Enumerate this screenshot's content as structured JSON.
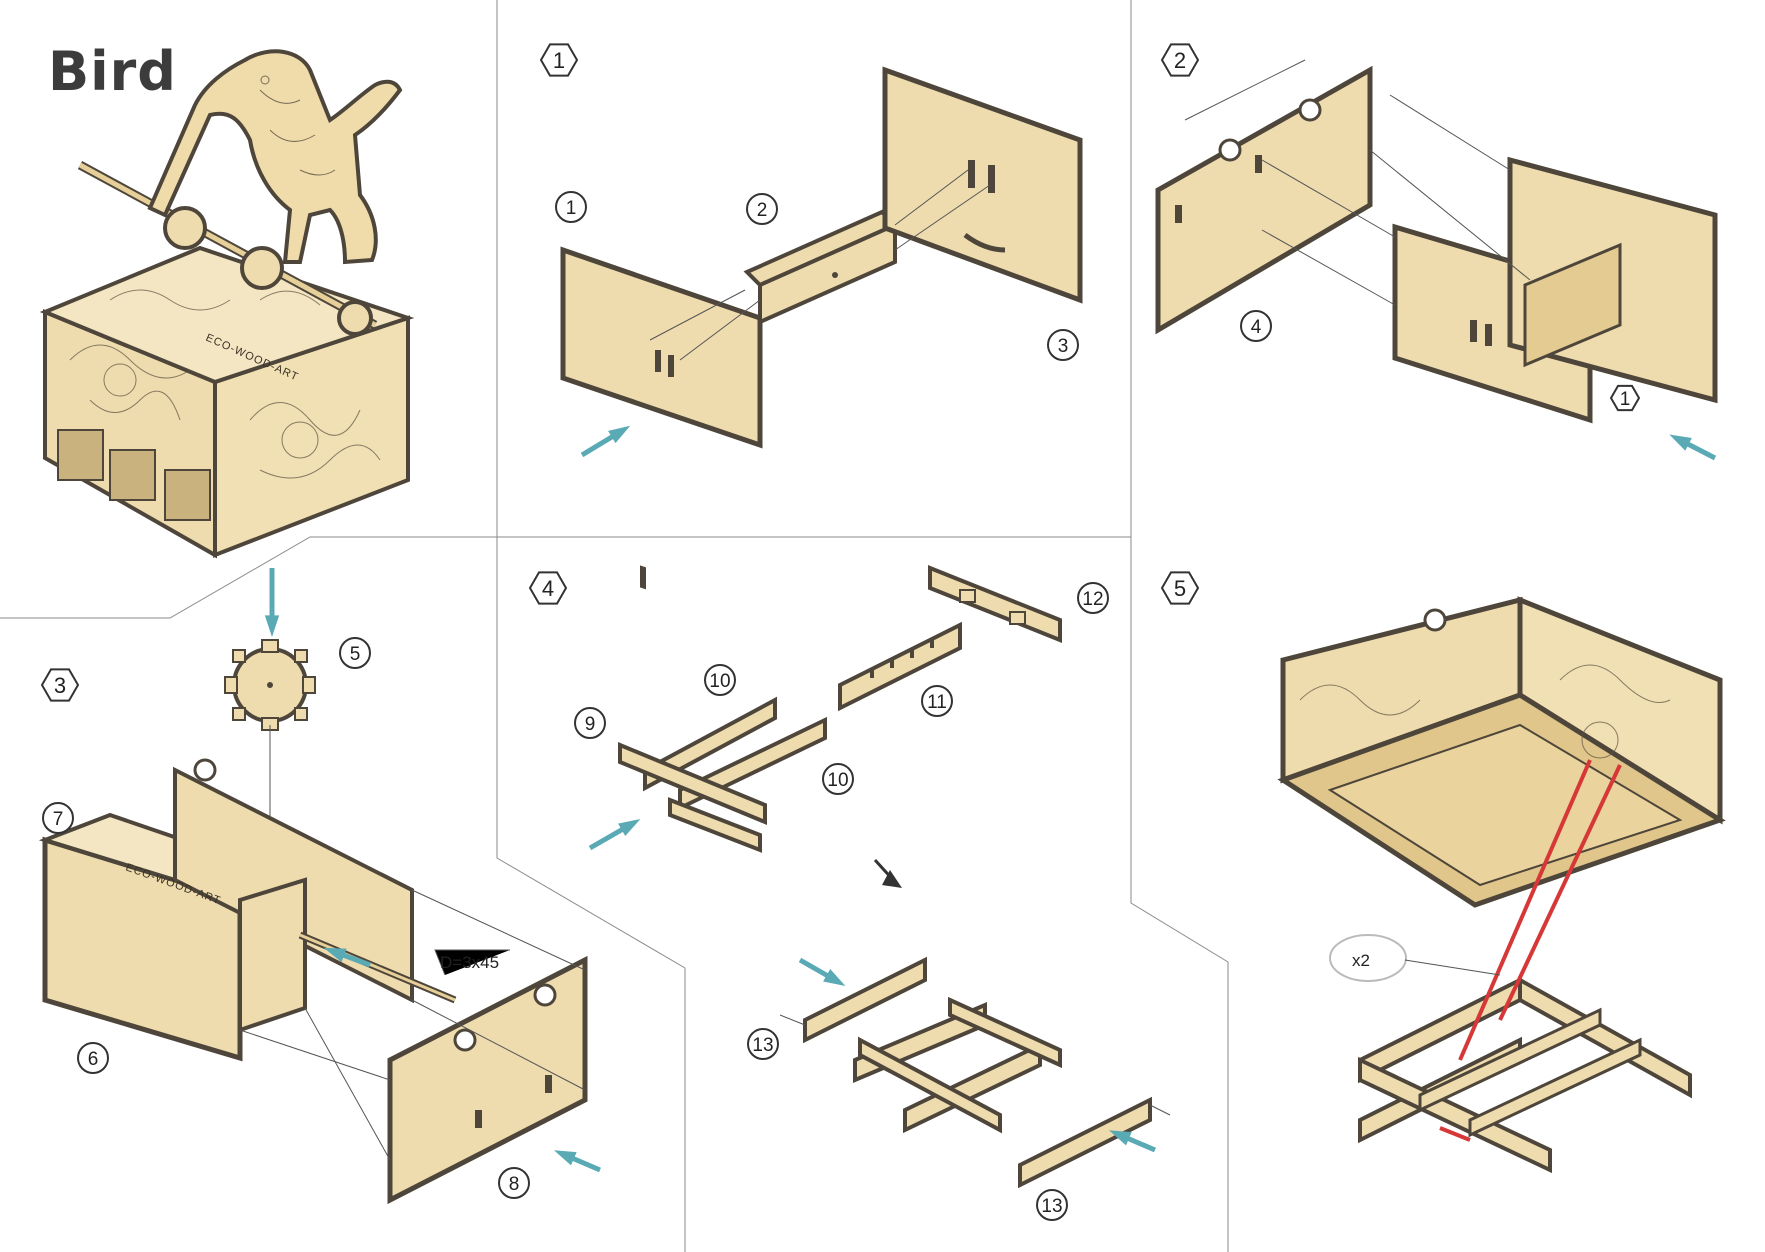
{
  "title": "Bird",
  "steps": [
    "1",
    "2",
    "3",
    "4",
    "5"
  ],
  "parts": [
    "1",
    "2",
    "3",
    "4",
    "1",
    "5",
    "7",
    "6",
    "8",
    "10",
    "9",
    "10",
    "11",
    "12",
    "13",
    "13"
  ],
  "dimension_label": "D=3x45",
  "quantity_label": "x2",
  "engraving": "ECO-WOOD-ART",
  "colors": {
    "wood": "#efdcae",
    "wood_side": "#4e463a",
    "arrow": "#5aaab5",
    "rubber_band": "#d63838",
    "line": "#555555"
  }
}
